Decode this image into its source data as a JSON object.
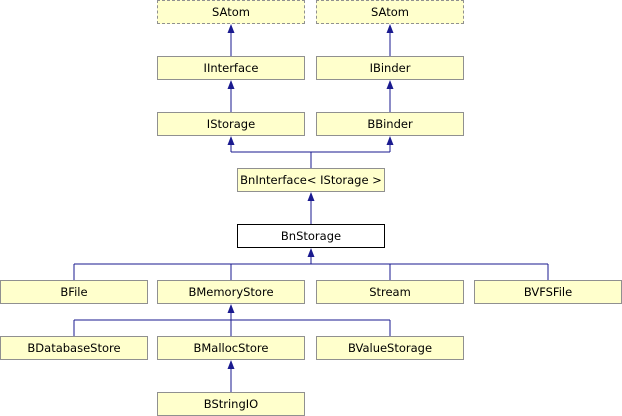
{
  "colors": {
    "node_fill": "#ffffcc",
    "current_fill": "#ffffff",
    "edge": "#1a1a8f",
    "border": "#909090"
  },
  "nodes": {
    "satom_left": {
      "label": "SAtom"
    },
    "satom_right": {
      "label": "SAtom"
    },
    "iinterface": {
      "label": "IInterface"
    },
    "ibinder": {
      "label": "IBinder"
    },
    "istorage": {
      "label": "IStorage"
    },
    "bbinder": {
      "label": "BBinder"
    },
    "bninterface": {
      "label": "BnInterface< IStorage >"
    },
    "bnstorage": {
      "label": "BnStorage"
    },
    "bfile": {
      "label": "BFile"
    },
    "bmemorystore": {
      "label": "BMemoryStore"
    },
    "stream": {
      "label": "Stream"
    },
    "bvfsfile": {
      "label": "BVFSFile"
    },
    "bdatabasestore": {
      "label": "BDatabaseStore"
    },
    "bmallocstore": {
      "label": "BMallocStore"
    },
    "bvaluestorage": {
      "label": "BValueStorage"
    },
    "bstringio": {
      "label": "BStringIO"
    }
  },
  "inheritance": [
    [
      "iinterface",
      "satom_left"
    ],
    [
      "ibinder",
      "satom_right"
    ],
    [
      "istorage",
      "iinterface"
    ],
    [
      "bbinder",
      "ibinder"
    ],
    [
      "bninterface",
      "istorage"
    ],
    [
      "bninterface",
      "bbinder"
    ],
    [
      "bnstorage",
      "bninterface"
    ],
    [
      "bfile",
      "bnstorage"
    ],
    [
      "bmemorystore",
      "bnstorage"
    ],
    [
      "stream",
      "bnstorage"
    ],
    [
      "bvfsfile",
      "bnstorage"
    ],
    [
      "bdatabasestore",
      "bmemorystore"
    ],
    [
      "bmallocstore",
      "bmemorystore"
    ],
    [
      "bvaluestorage",
      "bmemorystore"
    ],
    [
      "bstringio",
      "bmallocstore"
    ]
  ]
}
